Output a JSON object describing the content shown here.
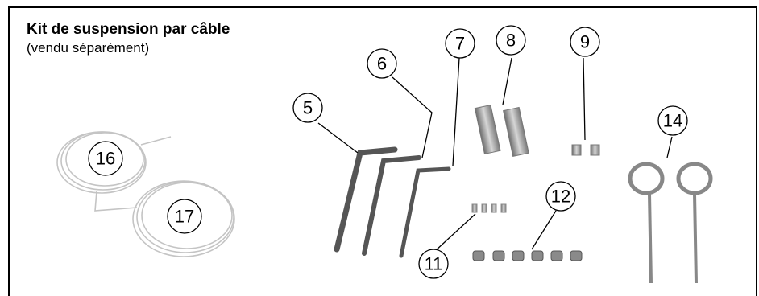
{
  "heading": {
    "title": "Kit de suspension par câble",
    "subtitle": "(vendu séparément)"
  },
  "callouts": [
    "5",
    "6",
    "7",
    "8",
    "9",
    "11",
    "12",
    "14",
    "16",
    "17"
  ],
  "colors": {
    "border": "#000000",
    "metal": "#9a9a9a",
    "cable": "#c8c8c8"
  }
}
